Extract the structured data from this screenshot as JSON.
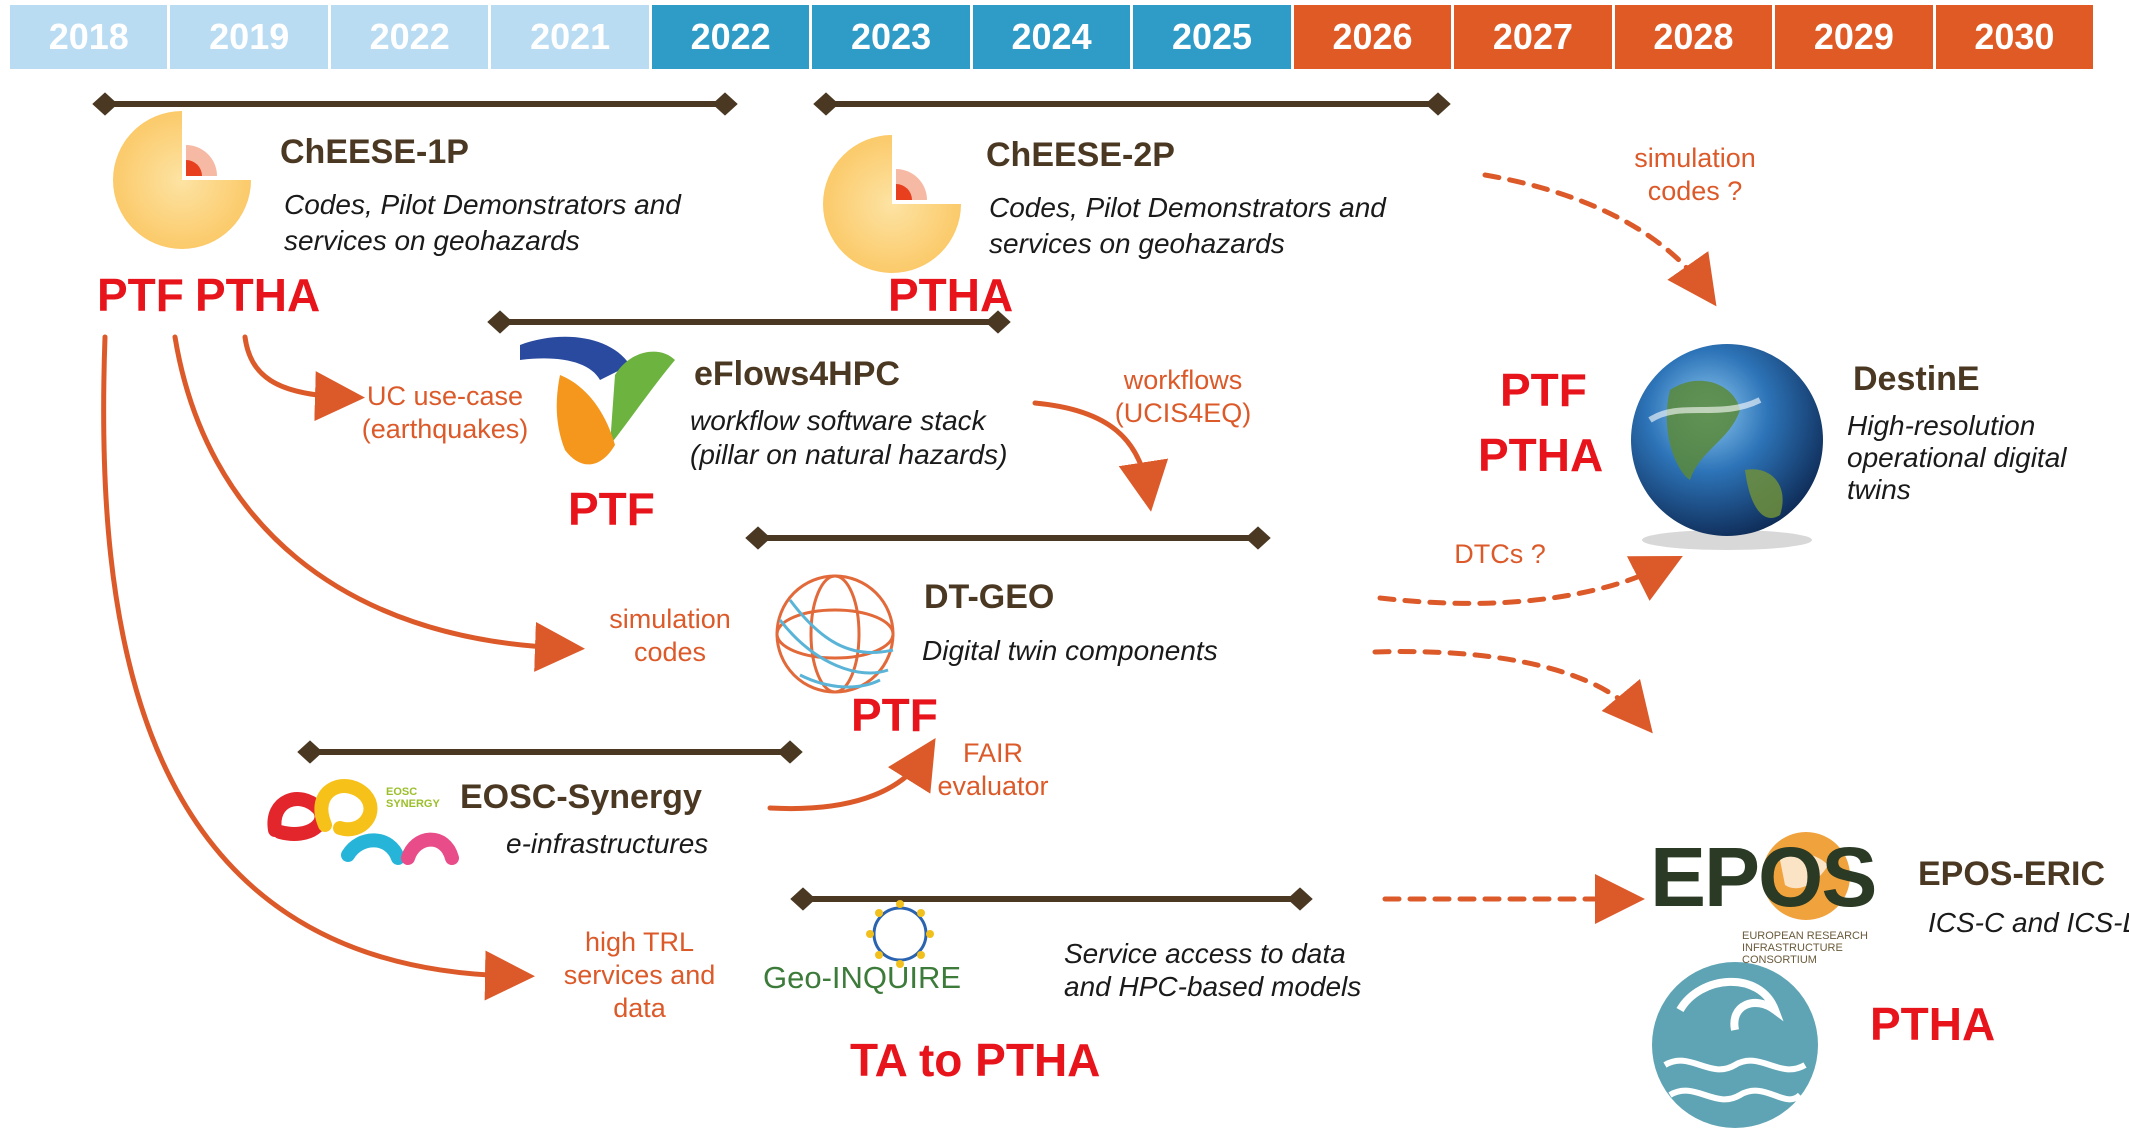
{
  "timeline": {
    "years": [
      "2018",
      "2019",
      "2022",
      "2021",
      "2022",
      "2023",
      "2024",
      "2025",
      "2026",
      "2027",
      "2028",
      "2029",
      "2030"
    ],
    "colors": {
      "past": "#b9dcf3",
      "present": "#2f9cc8",
      "future": "#e05a26"
    }
  },
  "projects": {
    "cheese1p": {
      "title": "ChEESE-1P",
      "desc1": "Codes, Pilot Demonstrators and",
      "desc2": "services on geohazards",
      "tag_ptf": "PTF",
      "tag_ptha": "PTHA"
    },
    "cheese2p": {
      "title": "ChEESE-2P",
      "desc1": "Codes, Pilot Demonstrators and",
      "desc2": "services on geohazards",
      "tag_ptha": "PTHA"
    },
    "eflows": {
      "title": "eFlows4HPC",
      "desc1": "workflow software stack",
      "desc2": "(pillar on natural hazards)",
      "tag_ptf": "PTF"
    },
    "dtgeo": {
      "title": "DT-GEO",
      "desc1": "Digital twin components",
      "tag_ptf": "PTF"
    },
    "eosc": {
      "title": "EOSC-Synergy",
      "desc1": "e-infrastructures",
      "logo_text": "EOSC SYNERGY"
    },
    "geoinquire": {
      "logo_text": "Geo-INQUIRE",
      "desc1": "Service access to data",
      "desc2": "and HPC-based models",
      "tag": "TA to PTHA"
    },
    "destine": {
      "title": "DestinE",
      "desc1": "High-resolution",
      "desc2": "operational digital",
      "desc3": "twins",
      "tag_ptf": "PTF",
      "tag_ptha": "PTHA"
    },
    "epos": {
      "title": "EPOS-ERIC",
      "desc1": "ICS-C and ICS-D",
      "logo_text": "EPOS",
      "logo_sub1": "EUROPEAN RESEARCH",
      "logo_sub2": "INFRASTRUCTURE",
      "logo_sub3": "CONSORTIUM",
      "tag_ptha": "PTHA"
    }
  },
  "flows": {
    "uc_case": {
      "line1": "UC use-case",
      "line2": "(earthquakes)"
    },
    "sim_codes": {
      "line1": "simulation",
      "line2": "codes"
    },
    "high_trl": {
      "line1": "high TRL",
      "line2": "services and",
      "line3": "data"
    },
    "workflows": {
      "line1": "workflows",
      "line2": "(UCIS4EQ)"
    },
    "fair": {
      "line1": "FAIR",
      "line2": "evaluator"
    },
    "sim_codes_q": {
      "line1": "simulation",
      "line2": "codes ?"
    },
    "dtcs": {
      "line1": "DTCs ?"
    }
  }
}
